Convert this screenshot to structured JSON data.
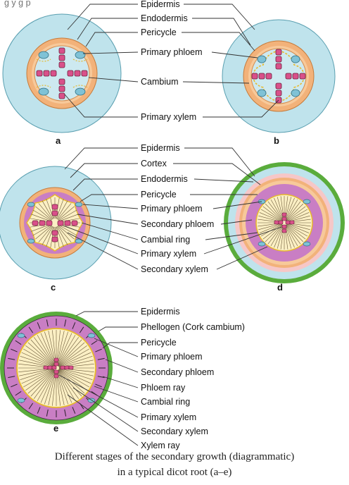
{
  "top_text": "g                    y g                                                    p",
  "panels": {
    "a": {
      "letter": "a"
    },
    "b": {
      "letter": "b"
    },
    "c": {
      "letter": "c"
    },
    "d": {
      "letter": "d"
    },
    "e": {
      "letter": "e"
    }
  },
  "labels_ab": [
    "Epidermis",
    "Endodermis",
    "Pericycle",
    "Primary phloem",
    "Cambium",
    "Primary xylem"
  ],
  "labels_cd": [
    "Epidermis",
    "Cortex",
    "Endodermis",
    "Pericycle",
    "Primary phloem",
    "Secondary phloem",
    "Cambial ring",
    "Primary xylem",
    "Secondary xylem"
  ],
  "labels_e": [
    "Epidermis",
    "Phellogen (Cork cambium)",
    "Pericycle",
    "Primary phloem",
    "Secondary phloem",
    "Phloem ray",
    "Cambial ring",
    "Primary xylem",
    "Secondary xylem",
    "Xylem ray"
  ],
  "caption_line1": "Different stages of the secondary growth (diagrammatic)",
  "caption_line2": "in a typical dicot root (a–e)",
  "colors": {
    "cortex": "#bfe3ec",
    "endodermis": "#f2b27a",
    "pericycle": "#f7c99a",
    "xylem": "#d9508a",
    "phloem": "#7fc2d6",
    "cambium": "#f0d24a",
    "sec_phloem": "#c97ec4",
    "sec_xylem": "#fbefc4",
    "periderm": "#5aac3c"
  }
}
